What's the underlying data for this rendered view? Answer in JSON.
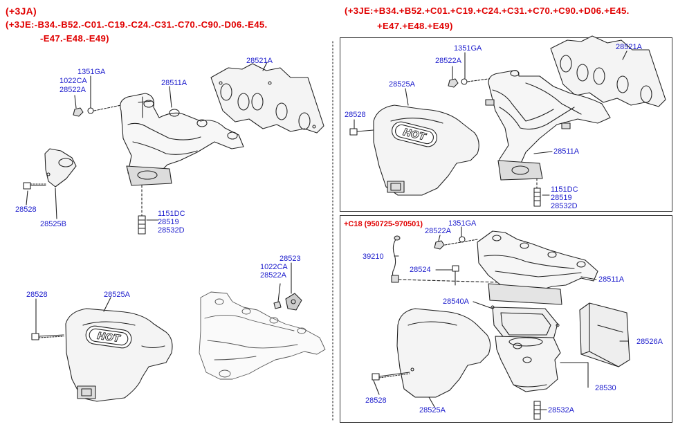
{
  "headers": {
    "left_line1": "(+3JA)",
    "left_line2": "(+3JE:-B34.-B52.-C01.-C19.-C24.-C31.-C70.-C90.-D06.-E45.",
    "left_line3": "-E47.-E48.-E49)",
    "right_line1": "(+3JE:+B34.+B52.+C01.+C19.+C24.+C31.+C70.+C90.+D06.+E45.",
    "right_line2": "+E47.+E48.+E49)"
  },
  "panel_c18": {
    "title": "+C18 (950725-970501)"
  },
  "hot_text": "HOT",
  "labels": {
    "tl_1351GA": "1351GA",
    "tl_1022CA": "1022CA",
    "tl_28522A": "28522A",
    "tl_28511A": "28511A",
    "tl_28521A": "28521A",
    "tl_28528": "28528",
    "tl_28525B": "28525B",
    "tl_1151DC": "1151DC",
    "tl_28519": "28519",
    "tl_28532D": "28532D",
    "bl_28528": "28528",
    "bl_28525A": "28525A",
    "bm_28523": "28523",
    "bm_1022CA": "1022CA",
    "bm_28522A": "28522A",
    "tr_1351GA": "1351GA",
    "tr_28522A": "28522A",
    "tr_28521A": "28521A",
    "tr_28525A": "28525A",
    "tr_28528": "28528",
    "tr_28511A": "28511A",
    "tr_1151DC": "1151DC",
    "tr_28519": "28519",
    "tr_28532D": "28532D",
    "br_28522A": "28522A",
    "br_1351GA": "1351GA",
    "br_39210": "39210",
    "br_28524": "28524",
    "br_28511A": "28511A",
    "br_28540A": "28540A",
    "br_28526A": "28526A",
    "br_28530": "28530",
    "br_28528": "28528",
    "br_28525A": "28525A",
    "br_28532A": "28532A"
  },
  "colors": {
    "header_red": "#e00000",
    "label_blue": "#1a1acc",
    "line": "#222222",
    "fill_shade": "#dcdcdc"
  }
}
